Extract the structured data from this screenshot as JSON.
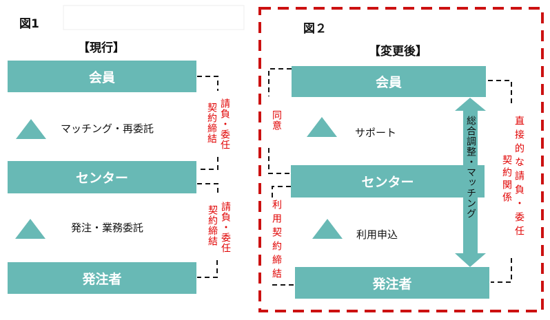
{
  "fig1": {
    "label": "図1",
    "heading": "【現行】",
    "nodes": {
      "member": "会員",
      "center": "センター",
      "client": "発注者"
    },
    "steps": {
      "upper": "マッチング・再委託",
      "lower": "発注・業務委託"
    },
    "contracts": {
      "upper_a": "契約締結",
      "upper_b": "請負・委任",
      "lower_a": "契約締結",
      "lower_b": "請負・委任"
    }
  },
  "fig2": {
    "label": "図２",
    "heading": "【変更後】",
    "nodes": {
      "member": "会員",
      "center": "センター",
      "client": "発注者"
    },
    "steps": {
      "upper": "サポート",
      "lower": "利用申込"
    },
    "arrow_text": "総合調整・マッチング",
    "left_links": {
      "upper": "同意",
      "lower": "利用契約締結"
    },
    "right_link": {
      "a": "契約関係",
      "b": "直接的な請負・委任"
    }
  },
  "colors": {
    "node": "#68b9b5",
    "contract_text": "#e00000",
    "frame": "#cc1111"
  }
}
